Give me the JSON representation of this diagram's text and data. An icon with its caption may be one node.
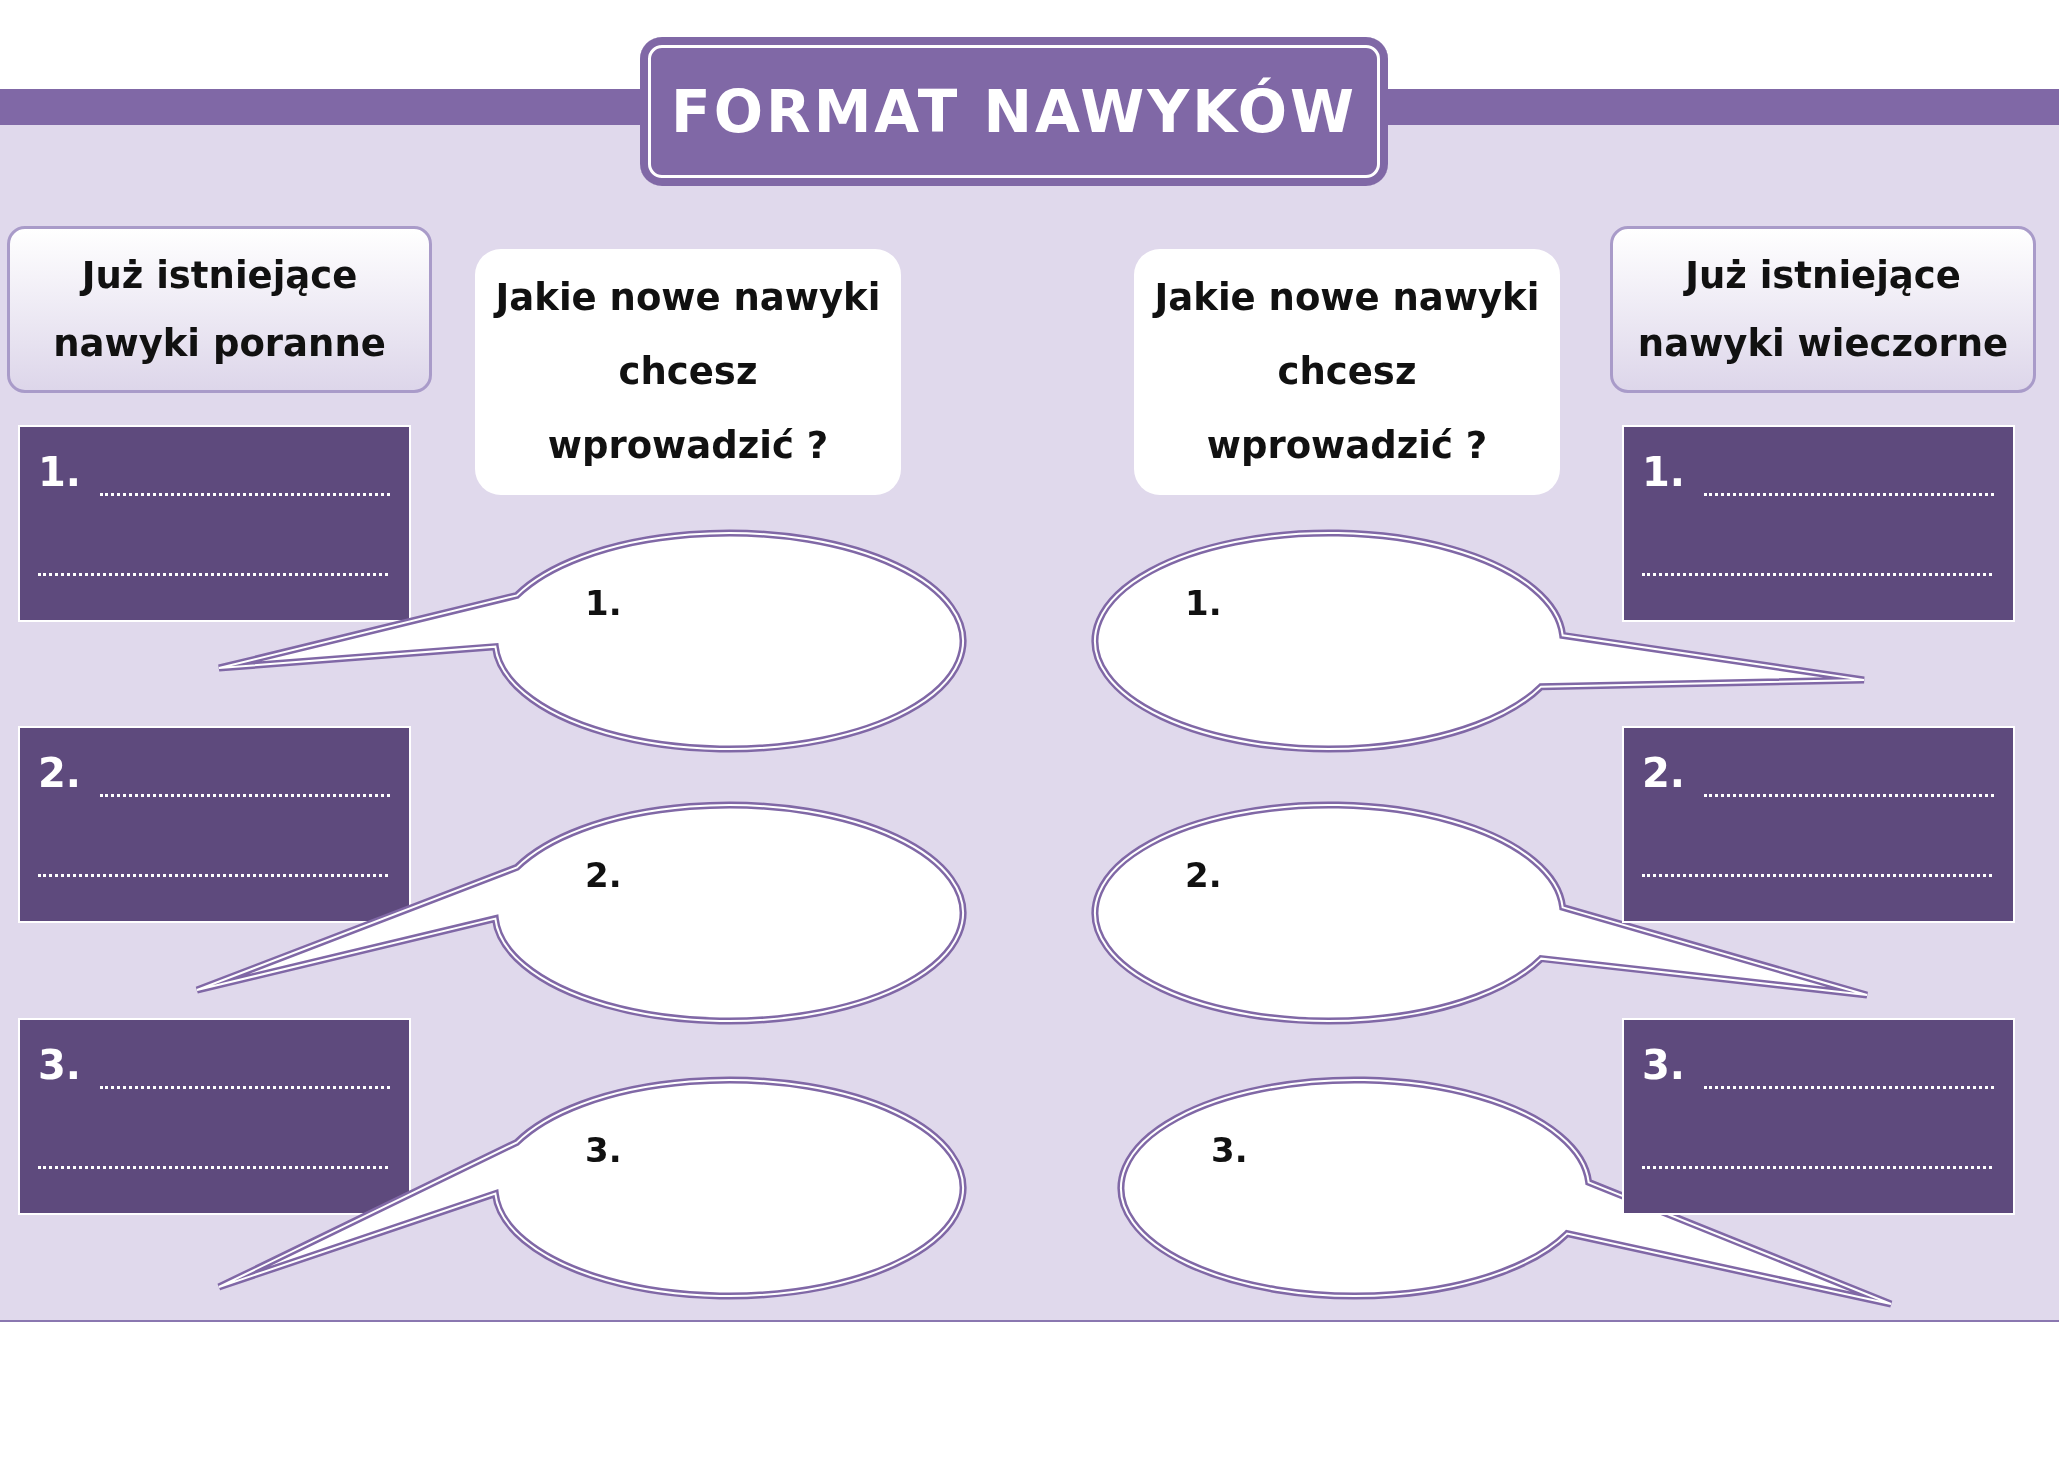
{
  "diagram": {
    "title": "FORMAT NAWYKÓW",
    "nodes": [
      {
        "text": [
          "Już istniejące nawyki poranne"
        ]
      },
      {
        "text": [
          "Jakie nowe nawyki chcesz wprowadzić ?"
        ]
      },
      {
        "text": [
          "Jakie nowe nawyki chcesz wprowadzić ?"
        ]
      },
      {
        "text": [
          "Już istniejące nawyki wieczorne"
        ]
      },
      {
        "text": [
          "1."
        ]
      },
      {
        "text": [
          "1."
        ]
      },
      {
        "text": [
          "1."
        ]
      },
      {
        "text": [
          "1."
        ]
      },
      {
        "text": [
          "2."
        ]
      },
      {
        "text": [
          "2."
        ]
      },
      {
        "text": [
          "2."
        ]
      },
      {
        "text": [
          "2."
        ]
      },
      {
        "text": [
          "3."
        ]
      },
      {
        "text": [
          "3."
        ]
      },
      {
        "text": [
          "3."
        ]
      },
      {
        "text": [
          "3."
        ]
      }
    ]
  }
}
